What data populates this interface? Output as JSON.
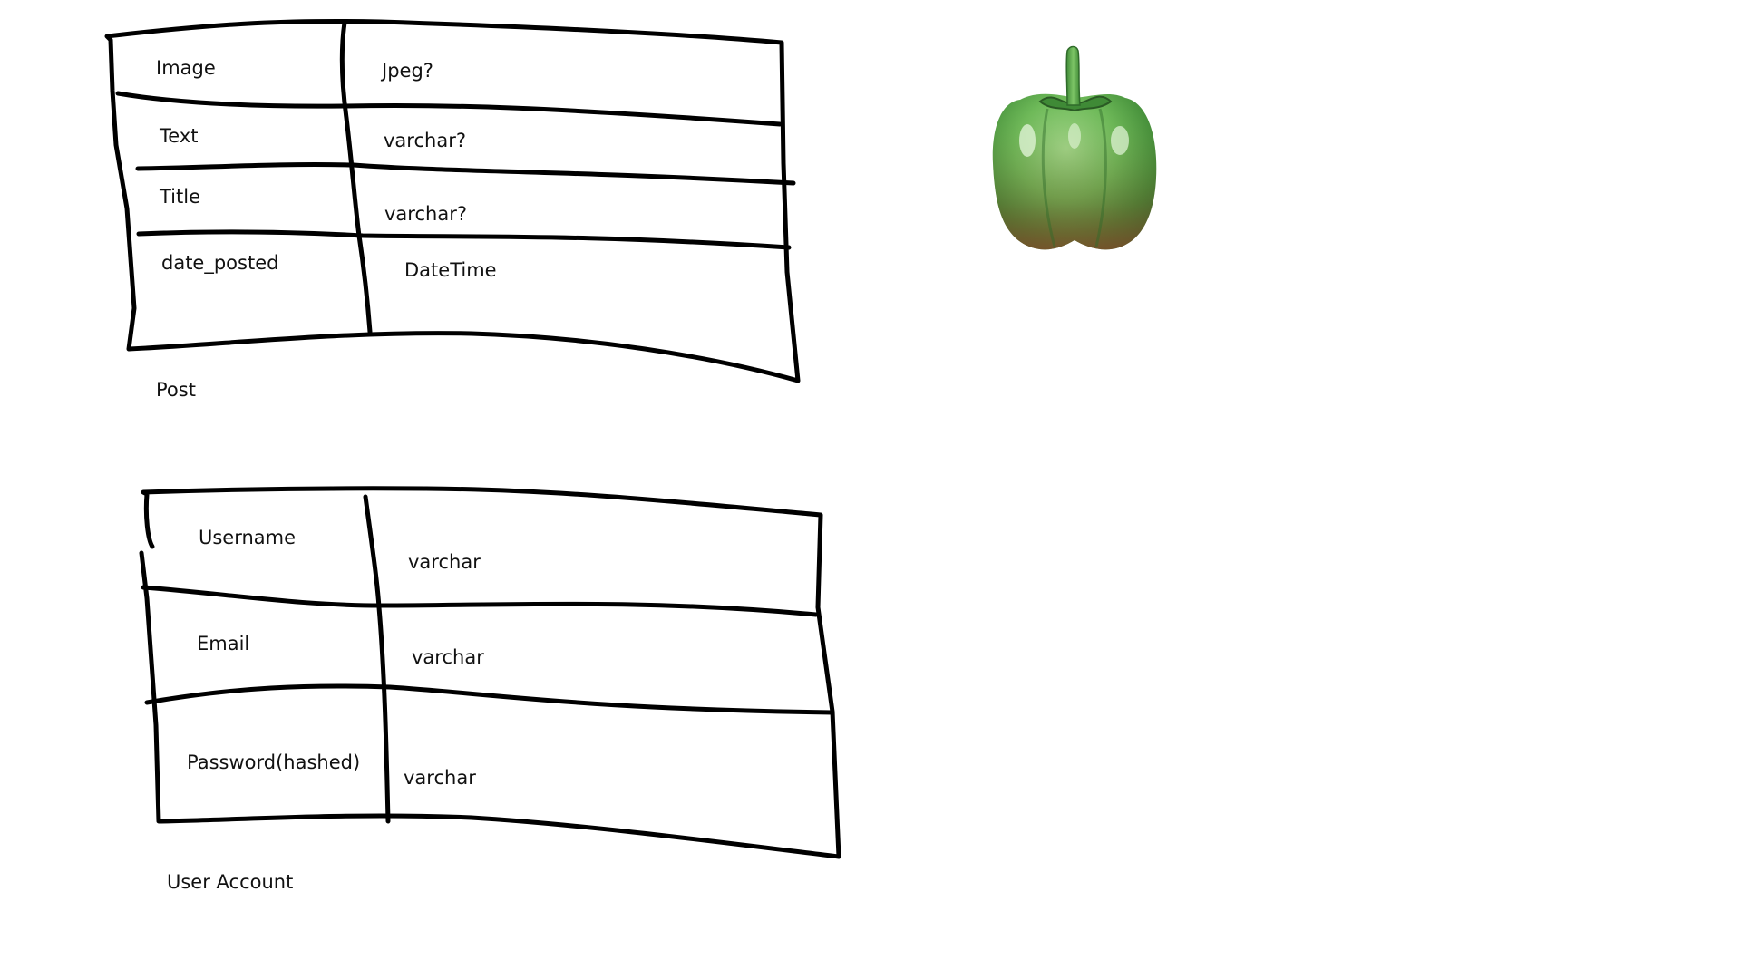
{
  "colors": {
    "ink": "#000000",
    "pepper_light": "#8fce78",
    "pepper_mid": "#5aa84a",
    "pepper_dark": "#2f6b2a",
    "pepper_red": "#8a4a2a",
    "stem": "#4f9a3e"
  },
  "post": {
    "caption": "Post",
    "rows": [
      {
        "field": "Image",
        "type": "Jpeg?"
      },
      {
        "field": "Text",
        "type": "varchar?"
      },
      {
        "field": "Title",
        "type": "varchar?"
      },
      {
        "field": "date_posted",
        "type": "DateTime"
      }
    ]
  },
  "user_account": {
    "caption": "User Account",
    "rows": [
      {
        "field": "Username",
        "type": "varchar"
      },
      {
        "field": "Email",
        "type": "varchar"
      },
      {
        "field": "Password(hashed)",
        "type": "varchar"
      }
    ]
  },
  "image": {
    "icon": "green-bell-pepper"
  }
}
